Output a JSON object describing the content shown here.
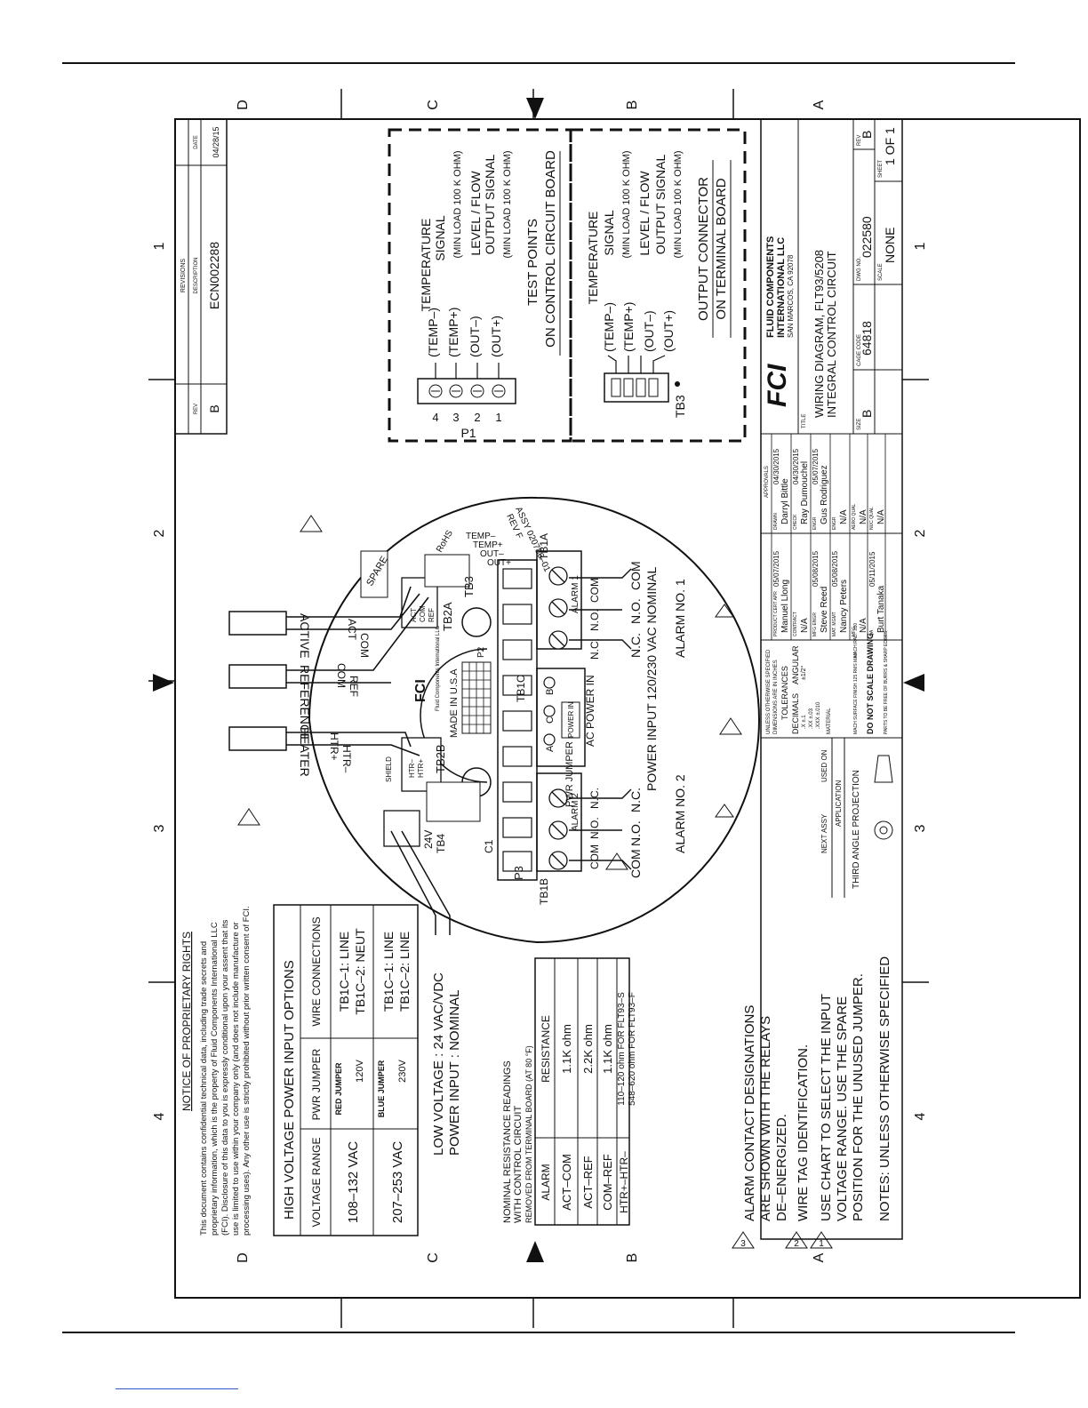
{
  "zones": {
    "letters": [
      "D",
      "C",
      "B",
      "A"
    ],
    "numbers": [
      "4",
      "3",
      "2",
      "1"
    ]
  },
  "revisions": {
    "title": "REVISIONS",
    "col_rev": "REV",
    "col_desc": "DESCRIPTION",
    "col_date": "DATE",
    "rev": "B",
    "desc": "ECN002288",
    "date": "04/28/15"
  },
  "test_points": {
    "p1_pins": [
      "4",
      "3",
      "2",
      "1"
    ],
    "p1_label": "P1",
    "signals": [
      "(TEMP–)",
      "(TEMP+)",
      "(OUT–)",
      "(OUT+)"
    ],
    "temp_signal": "TEMPERATURE",
    "signal_word": "SIGNAL",
    "min_load": "(MIN LOAD 100 K OHM)",
    "level_flow": "LEVEL / FLOW",
    "output_signal": "OUTPUT SIGNAL",
    "title1": "TEST POINTS",
    "title2": "ON CONTROL CIRCUIT BOARD"
  },
  "output_connector": {
    "tb3_label": "TB3",
    "title1": "OUTPUT CONNECTOR",
    "title2": "ON TERMINAL BOARD"
  },
  "board": {
    "spare": "SPARE",
    "rohs": "RoHS",
    "assy": "ASSY 020786–01",
    "rev": "REV F",
    "fci": "FCI",
    "fci_small": "Fluid Components International LLC",
    "made_in": "MADE IN U.S.A",
    "p2": "P2",
    "p3": "P3",
    "c1": "C1",
    "tb1a": "TB1A",
    "tb1b": "TB1B",
    "tb1c": "TB1C",
    "tb2a": "TB2A",
    "tb2b": "TB2B",
    "tb3": "TB3",
    "tb4": "TB4",
    "ac_power_in": "AC POWER IN",
    "power_in": "POWER IN",
    "pwr_jumper": "PWR JUMPER",
    "tb1c_pins": [
      "A",
      "C",
      "B"
    ],
    "temp_labels": [
      "TEMP–",
      "TEMP+",
      "OUT–",
      "OUT+"
    ],
    "tb2a_pins": [
      "ACT",
      "COM",
      "REF"
    ],
    "tb2b_pins": [
      "HTR–",
      "HTR+",
      "SHIELD"
    ],
    "v24": "24V",
    "alarm1": "ALARM 1",
    "alarm2": "ALARM 2",
    "com": "COM",
    "no": "N.O.",
    "nc": "N.C."
  },
  "sensor": {
    "active": "ACTIVE",
    "reference": "REFERENCE",
    "heater": "HEATER",
    "act": "ACT",
    "com": "COM",
    "ref": "REF",
    "htr_plus": "HTR+",
    "htr_minus": "HTR–"
  },
  "alarms": {
    "no1": "ALARM NO. 1",
    "no2": "ALARM NO. 2",
    "contacts_1": [
      "COM",
      "N.O.",
      "N.C."
    ],
    "contacts_2": [
      "N.C.",
      "N.O.",
      "COM"
    ],
    "power_input": "POWER INPUT 120/230 VAC NOMINAL"
  },
  "low_voltage": {
    "line1": "LOW VOLTAGE : 24 VAC/VDC",
    "line2": "POWER INPUT : NOMINAL"
  },
  "proprietary": {
    "title": "NOTICE OF PROPRIETARY RIGHTS",
    "lines": [
      "This document contains confidential technical data, including trade secrets and",
      "proprietary information, which is the property of Fluid Components International LLC",
      "(FCI). Disclosure of this data to you is expressly conditional upon your assent that its",
      "use is limited to use within your company only (and does not include manufacture or",
      "processing uses). Any other use is strictly prohibited without prior written consent of FCI."
    ]
  },
  "hv_table": {
    "title": "HIGH VOLTAGE POWER INPUT OPTIONS",
    "headers": [
      "VOLTAGE RANGE",
      "PWR JUMPER",
      "WIRE CONNECTIONS"
    ],
    "rows": [
      {
        "range": "108–132 VAC",
        "jumper": "RED JUMPER",
        "jumper_val": "120V",
        "wire1": "TB1C–1: LINE",
        "wire2": "TB1C–2: NEUT"
      },
      {
        "range": "207–253 VAC",
        "jumper": "BLUE JUMPER",
        "jumper_val": "230V",
        "wire1": "TB1C–1: LINE",
        "wire2": "TB1C–2: LINE"
      }
    ]
  },
  "resistance": {
    "title1": "NOMINAL RESISTANCE READINGS",
    "title2": "WITH CONTROL CIRCUIT",
    "title3": "REMOVED FROM TERMINAL BOARD (AT 80 °F)",
    "headers": [
      "ALARM",
      "RESISTANCE"
    ],
    "rows": [
      [
        "ACT–COM",
        "1.1K ohm"
      ],
      [
        "ACT–REF",
        "2.2K ohm"
      ],
      [
        "COM–REF",
        "1.1K ohm"
      ],
      [
        "HTR+–HTR–",
        "110–120 ohm FOR FLT93–S",
        "548–620 ohm FOR FLT93–F"
      ]
    ]
  },
  "notes": {
    "n3a": "ALARM CONTACT DESIGNATIONS",
    "n3b": "ARE SHOWN WITH THE RELAYS",
    "n3c": "DE–ENERGIZED.",
    "n2": "WIRE TAG IDENTIFICATION.",
    "n1a": "USE CHART TO SELECT THE INPUT",
    "n1b": "VOLTAGE RANGE. USE THE SPARE",
    "n1c": "POSITION FOR THE UNUSED JUMPER.",
    "footer": "NOTES: UNLESS OTHERWISE SPECIFIED",
    "flags": [
      "1",
      "2",
      "3"
    ]
  },
  "title_block": {
    "company1": "FLUID COMPONENTS",
    "company2": "INTERNATIONAL LLC",
    "address": "SAN MARCOS, CA 92078",
    "logo": "FCI",
    "title_label": "TITLE",
    "title1": "WIRING DIAGRAM, FLT93/5208",
    "title2": "INTEGRAL CONTROL CIRCUIT",
    "size_label": "SIZE",
    "size": "B",
    "cage_label": "CAGE CODE",
    "cage": "64818",
    "dwg_label": "DWG NO.",
    "dwg": "022580",
    "rev_label": "REV",
    "rev": "B",
    "scale_label": "SCALE",
    "scale": "NONE",
    "sheet_label": "SHEET",
    "sheet": "1 OF 1",
    "approvals_label": "APPROVALS",
    "drawn_label": "DRAWN",
    "drawn_name": "Darryl Bittle",
    "drawn_date": "04/30/2015",
    "check_label": "CHECK",
    "check_name": "Ray Dumouchel",
    "check_date": "04/30/2015",
    "engr_label": "ENGR",
    "engr_name": "Gus Rodriguez",
    "engr_date": "05/07/2015",
    "engr2_label": "ENGR",
    "engr2_val": "N/A",
    "aero_label": "AERO QUAL",
    "aero_val": "N/A",
    "nuc_label": "NUC QUAL",
    "nuc_val": "N/A",
    "prod_label": "PRODUCT CERT APR",
    "prod_name": "Manuel Llong",
    "prod_date": "05/07/2015",
    "contract_label": "CONTRACT",
    "contract_val": "N/A",
    "mfg_engr_label": "MFG ENGR",
    "mfg_engr_name": "Steve Reed",
    "mfg_engr_date": "05/08/2015",
    "mat_mgmt_label": "MAT. MGMT",
    "mat_mgmt_name": "Nancy Peters",
    "mat_mgmt_date": "05/08/2015",
    "mfg_label": "MFG",
    "mfg_val": "N/A",
    "qa_label": "QA",
    "qa_name": "Burt Tanaka",
    "qa_date": "05/11/2015",
    "tol1": "UNLESS OTHERWISE SPECIFIED",
    "tol2": "DIMENSIONS ARE IN INCHES",
    "tol3": "TOLERANCES",
    "tol4": "DECIMALS",
    "tol5": "ANGULAR",
    "tol6": ".X ±.1",
    "tol7": ".XX ±.03",
    "tol8": ".XXX ±.010",
    "tol9": "±1/2°",
    "material": "MATERIAL",
    "mach1": "MACH SURFACE FINISH 125 RMS MAX",
    "mach2": "MACH RAD. .030",
    "dnsd": "DO NOT SCALE DRAWING",
    "burrs": "PARTS TO BE FREE OF BURRS & SHARP EDGES",
    "next_assy": "NEXT ASSY",
    "used_on": "USED ON",
    "application": "APPLICATION",
    "projection": "THIRD ANGLE PROJECTION"
  }
}
